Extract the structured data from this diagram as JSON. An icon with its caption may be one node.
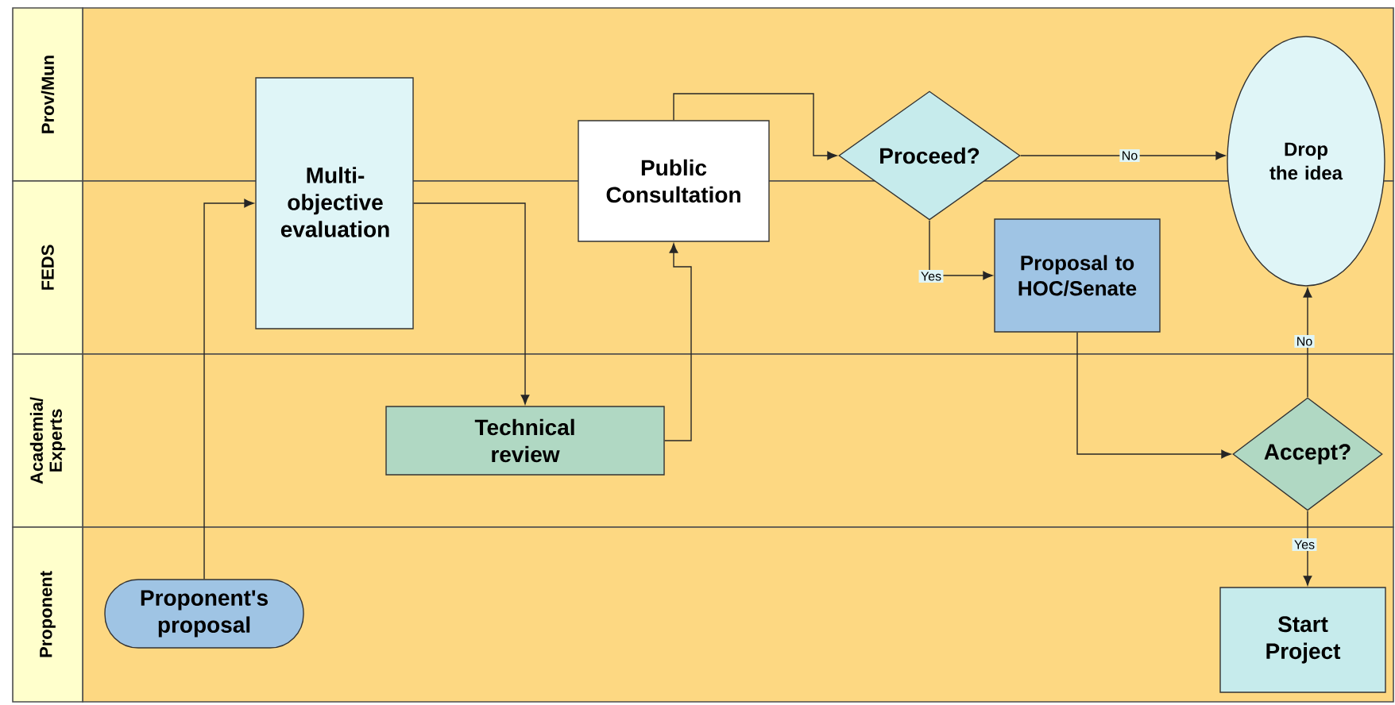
{
  "diagram": {
    "nodes": [
      {
        "text": [
          "Prov/Mun"
        ]
      },
      {
        "text": [
          "FEDS"
        ]
      },
      {
        "text": [
          "Academia/ Experts"
        ]
      },
      {
        "text": [
          "Proponent"
        ]
      },
      {
        "text": [
          "Multi- objective evaluation"
        ]
      },
      {
        "text": [
          "Public Consultation"
        ]
      },
      {
        "text": [
          "Proceed?"
        ]
      },
      {
        "text": [
          "Drop the idea"
        ]
      },
      {
        "text": [
          "Proposal to HOC/Senate"
        ]
      },
      {
        "text": [
          "Technical review"
        ]
      },
      {
        "text": [
          "Accept?"
        ]
      },
      {
        "text": [
          "Proponent's proposal"
        ]
      },
      {
        "text": [
          "Start Project"
        ]
      }
    ],
    "edges": [
      {
        "from": 11,
        "to": 4,
        "arrow": "to"
      },
      {
        "from": 4,
        "to": 9,
        "arrow": "to"
      },
      {
        "from": 9,
        "to": 5,
        "arrow": "to"
      },
      {
        "from": 5,
        "to": 6,
        "arrow": "to"
      },
      {
        "from": 6,
        "to": 7,
        "arrow": "to",
        "label": "No"
      },
      {
        "from": 6,
        "to": 8,
        "arrow": "to",
        "label": "Yes"
      },
      {
        "from": 8,
        "to": 10,
        "arrow": "to"
      },
      {
        "from": 10,
        "to": 7,
        "arrow": "to",
        "label": "No"
      },
      {
        "from": 10,
        "to": 12,
        "arrow": "to",
        "label": "Yes"
      }
    ]
  }
}
